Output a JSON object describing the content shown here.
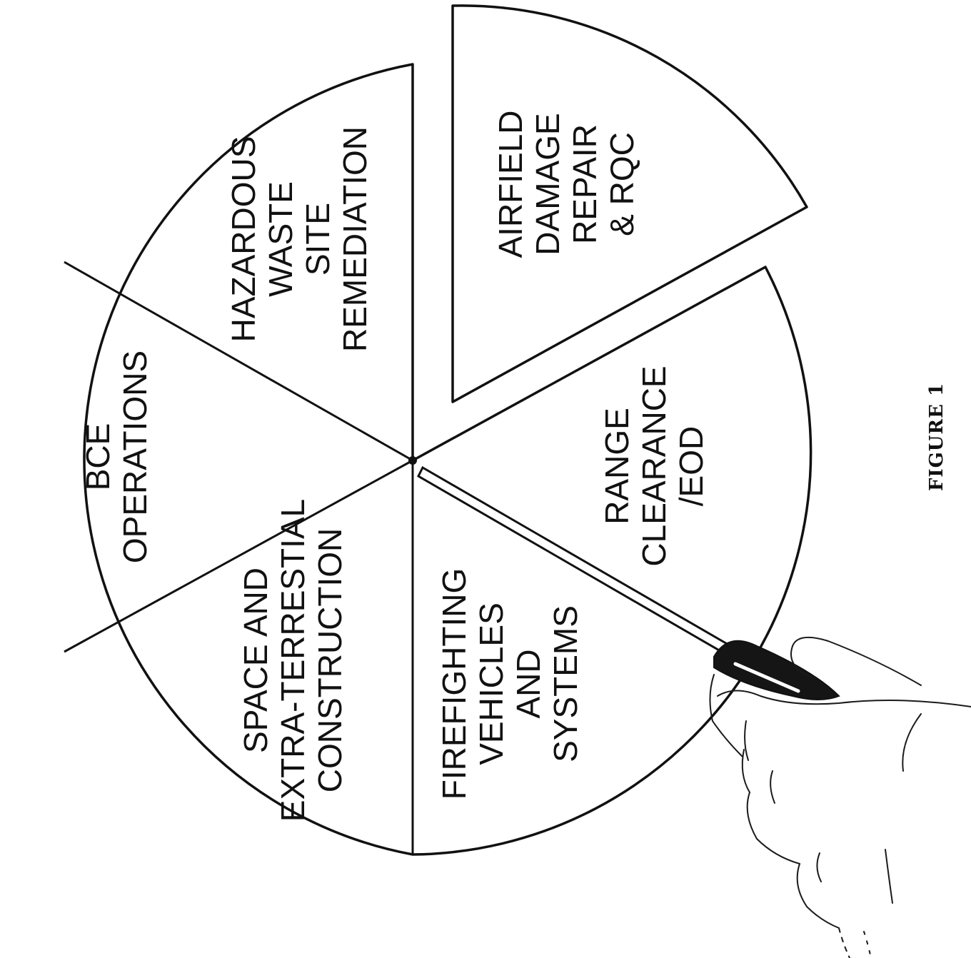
{
  "segments": [
    {
      "id": "hazardous",
      "lines": [
        "HAZARDOUS",
        "WASTE",
        "SITE",
        "REMEDIATION"
      ]
    },
    {
      "id": "bce",
      "lines": [
        "BCE",
        "OPERATIONS"
      ]
    },
    {
      "id": "space",
      "lines": [
        "SPACE AND",
        "EXTRA-TERRESTIAL",
        "CONSTRUCTION"
      ]
    },
    {
      "id": "firefighting",
      "lines": [
        "FIREFIGHTING",
        "VEHICLES",
        "AND",
        "SYSTEMS"
      ]
    },
    {
      "id": "range",
      "lines": [
        "RANGE",
        "CLEARANCE",
        "/EOD"
      ]
    },
    {
      "id": "airfield",
      "lines": [
        "AIRFIELD",
        "DAMAGE",
        "REPAIR",
        "& RQC"
      ]
    }
  ],
  "caption": "FIGURE 1"
}
